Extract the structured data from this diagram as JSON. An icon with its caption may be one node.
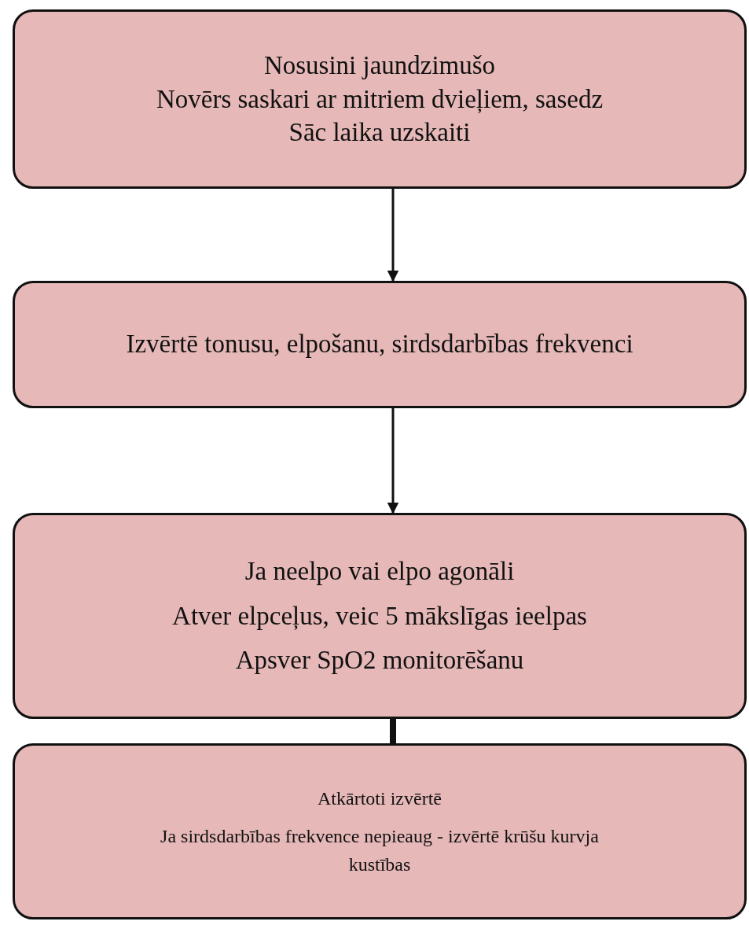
{
  "diagram": {
    "nodes": [
      {
        "text": [
          "Nosusini jaundzimušo",
          "Novērs saskari ar mitriem dvieļiem, sasedz",
          "Sāc laika uzskaiti"
        ]
      },
      {
        "text": [
          "Izvērtē tonusu, elpošanu, sirdsdarbības frekvenci"
        ]
      },
      {
        "text": [
          "Ja neelpo vai elpo agonāli",
          "Atver elpceļus, veic 5 mākslīgas ieelpas",
          "Apsver SpO2 monitorēšanu"
        ]
      },
      {
        "text": [
          "Atkārtoti izvērtē",
          "Ja sirdsdarbības frekvence nepieaug - izvērtē krūšu kurvja kustības"
        ]
      }
    ],
    "edges": [
      {
        "from": 0,
        "to": 1,
        "arrow": "to"
      },
      {
        "from": 1,
        "to": 2,
        "arrow": "to"
      },
      {
        "from": 2,
        "to": 3,
        "arrow": "none",
        "style": "thick"
      }
    ]
  }
}
